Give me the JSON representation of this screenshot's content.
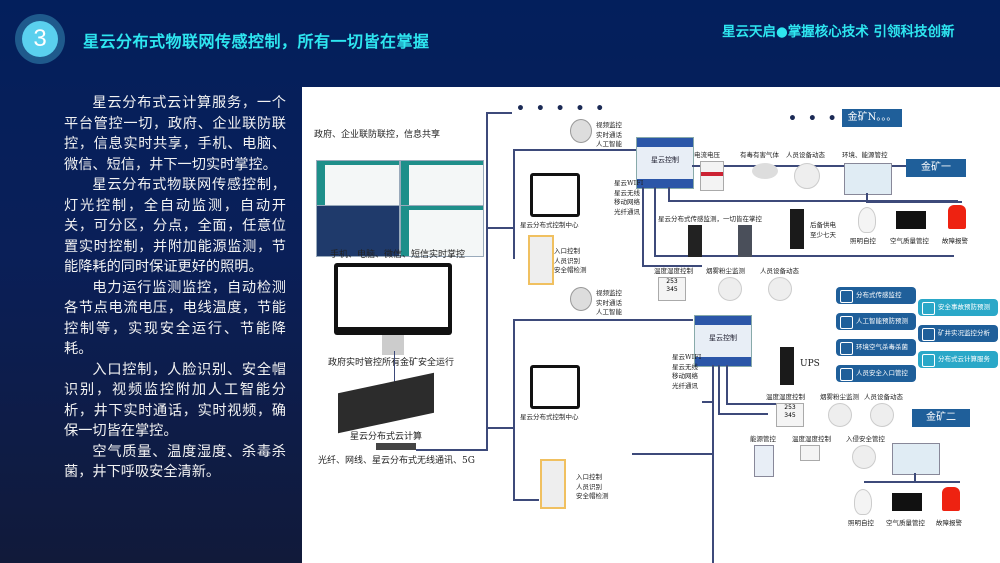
{
  "header": {
    "step_number": "3",
    "title": "星云分布式物联网传感控制，所有一切皆在掌握",
    "slogan": "星云天启●掌握核心技术 引领科技创新"
  },
  "body_paragraphs": [
    "星云分布式云计算服务，一个平台管控一切，政府、企业联防联控，信息实时共享，手机、电脑、微信、短信，井下一切实时掌控。",
    "星云分布式物联网传感控制，灯光控制，全自动监测，自动开关，可分区，分点，全面，任意位置实时控制，并附加能源监测，节能降耗的同时保证更好的照明。",
    "电力运行监测监控，自动检测各节点电流电压，电线温度，节能控制等，实现安全运行、节能降耗。",
    "入口控制，人脸识别、安全帽识别，视频监控附加人工智能分析，井下实时通话，实时视频，确保一切皆在掌控。",
    "空气质量、温度湿度、杀毒杀菌，井下呼吸安全清新。"
  ],
  "diagram": {
    "gov_share_label": "政府、企业联防联控，信息共享",
    "devices_label": "手机、电脑、微信、短信实时掌控",
    "gov_monitor_label": "政府实时管控所有金矿安全运行",
    "cloud_label": "星云分布式云计算",
    "network_label": "光纤、网线、星云分布式无线通讯、5G",
    "dots_left": "• • • • •",
    "dots_right": "• • • • • •",
    "mine_n": "金矿N。。。",
    "mine_1": "金矿一",
    "mine_2": "金矿二",
    "camera_label": "视频监控\n实时通话\n人工智能",
    "controller_label": "星云控制",
    "wireless_label": "星云WIFI\n星云无线\n移动网络\n光纤通讯",
    "control_center_label": "星云分布式控制中心",
    "entry_label": "入口控制\n人员识别\n安全帽检测",
    "current_voltage": "电流电压",
    "toxic_gas": "有毒有害气体",
    "personnel_dynamics": "人员设备动态",
    "env_energy_ctrl": "环境、能源管控",
    "sensor_monitor": "星云分布式传感监测，一切皆在掌控",
    "backup_power": "后备供电\n至少七天",
    "lighting": "照明自控",
    "air_quality": "空气质量管控",
    "fault_alarm": "故障报警",
    "temp_humidity": "温度湿度控制",
    "smoke_dust": "烟雾粉尘监测",
    "ups": "UPS",
    "energy_ctrl": "能源管控",
    "intrusion": "入侵安全管控",
    "thermo_reading_1": "253",
    "thermo_reading_2": "345"
  },
  "feature_pills": [
    {
      "label": "分布式传感监控",
      "color": "#1f5f9a"
    },
    {
      "label": "人工智能预防预测",
      "color": "#1f5f9a"
    },
    {
      "label": "环境空气杀毒杀菌",
      "color": "#1f5f9a"
    },
    {
      "label": "人员安全入口管控",
      "color": "#1f5f9a"
    },
    {
      "label": "安全事故预防预测",
      "color": "#2aa8c8"
    },
    {
      "label": "矿井实况监控分析",
      "color": "#1f5f9a"
    },
    {
      "label": "分布式云计算服务",
      "color": "#2aa8c8"
    }
  ]
}
